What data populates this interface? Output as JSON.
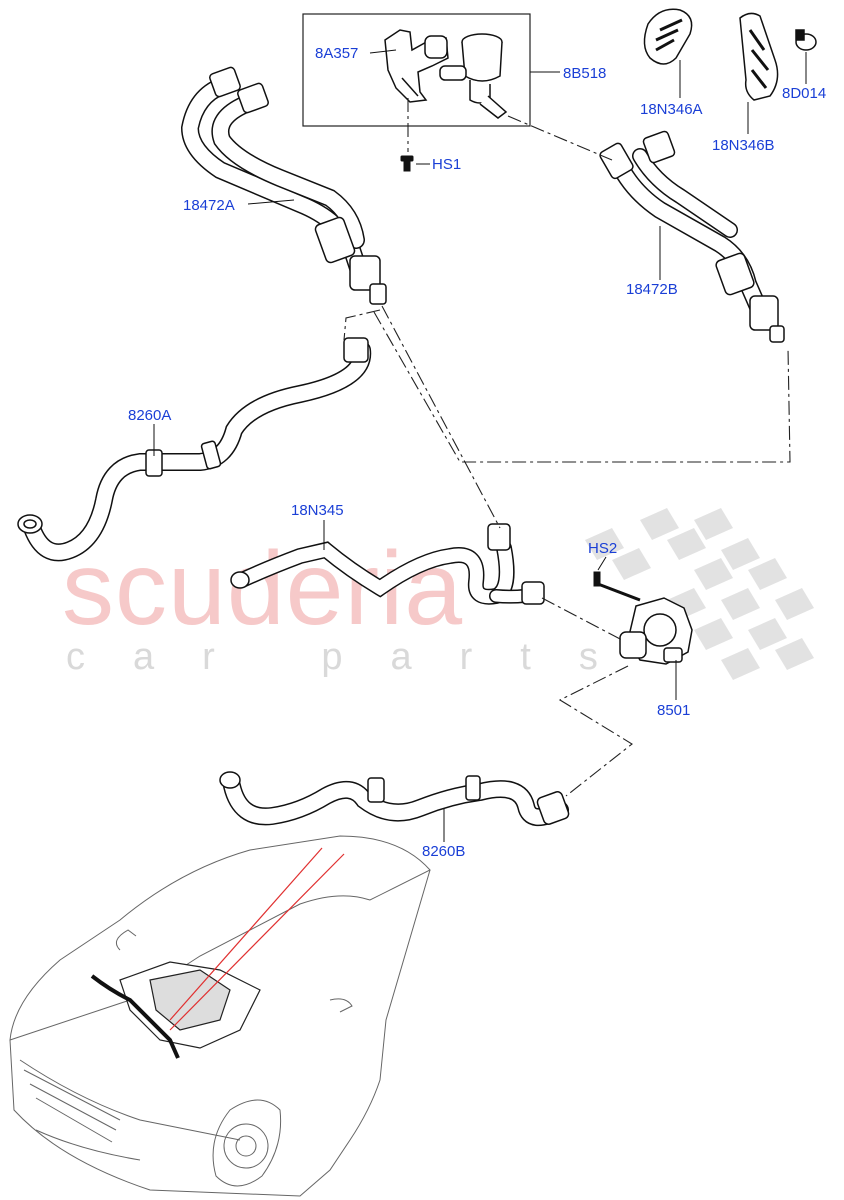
{
  "watermark": {
    "brand": "scuderia",
    "tagline": "car parts"
  },
  "callouts": [
    {
      "id": "8A357"
    },
    {
      "id": "8B518"
    },
    {
      "id": "18N346A"
    },
    {
      "id": "8D014"
    },
    {
      "id": "18N346B"
    },
    {
      "id": "HS1"
    },
    {
      "id": "18472A"
    },
    {
      "id": "18472B"
    },
    {
      "id": "8260A"
    },
    {
      "id": "18N345"
    },
    {
      "id": "HS2"
    },
    {
      "id": "8501"
    },
    {
      "id": "8260B"
    }
  ],
  "colors": {
    "label": "#1a3fd6",
    "part_stroke": "#111111",
    "watermark_main": "#f6c9c9",
    "watermark_sub": "#d9d9d9",
    "locator_line": "#e03030",
    "checker": "#d4d4d4"
  }
}
